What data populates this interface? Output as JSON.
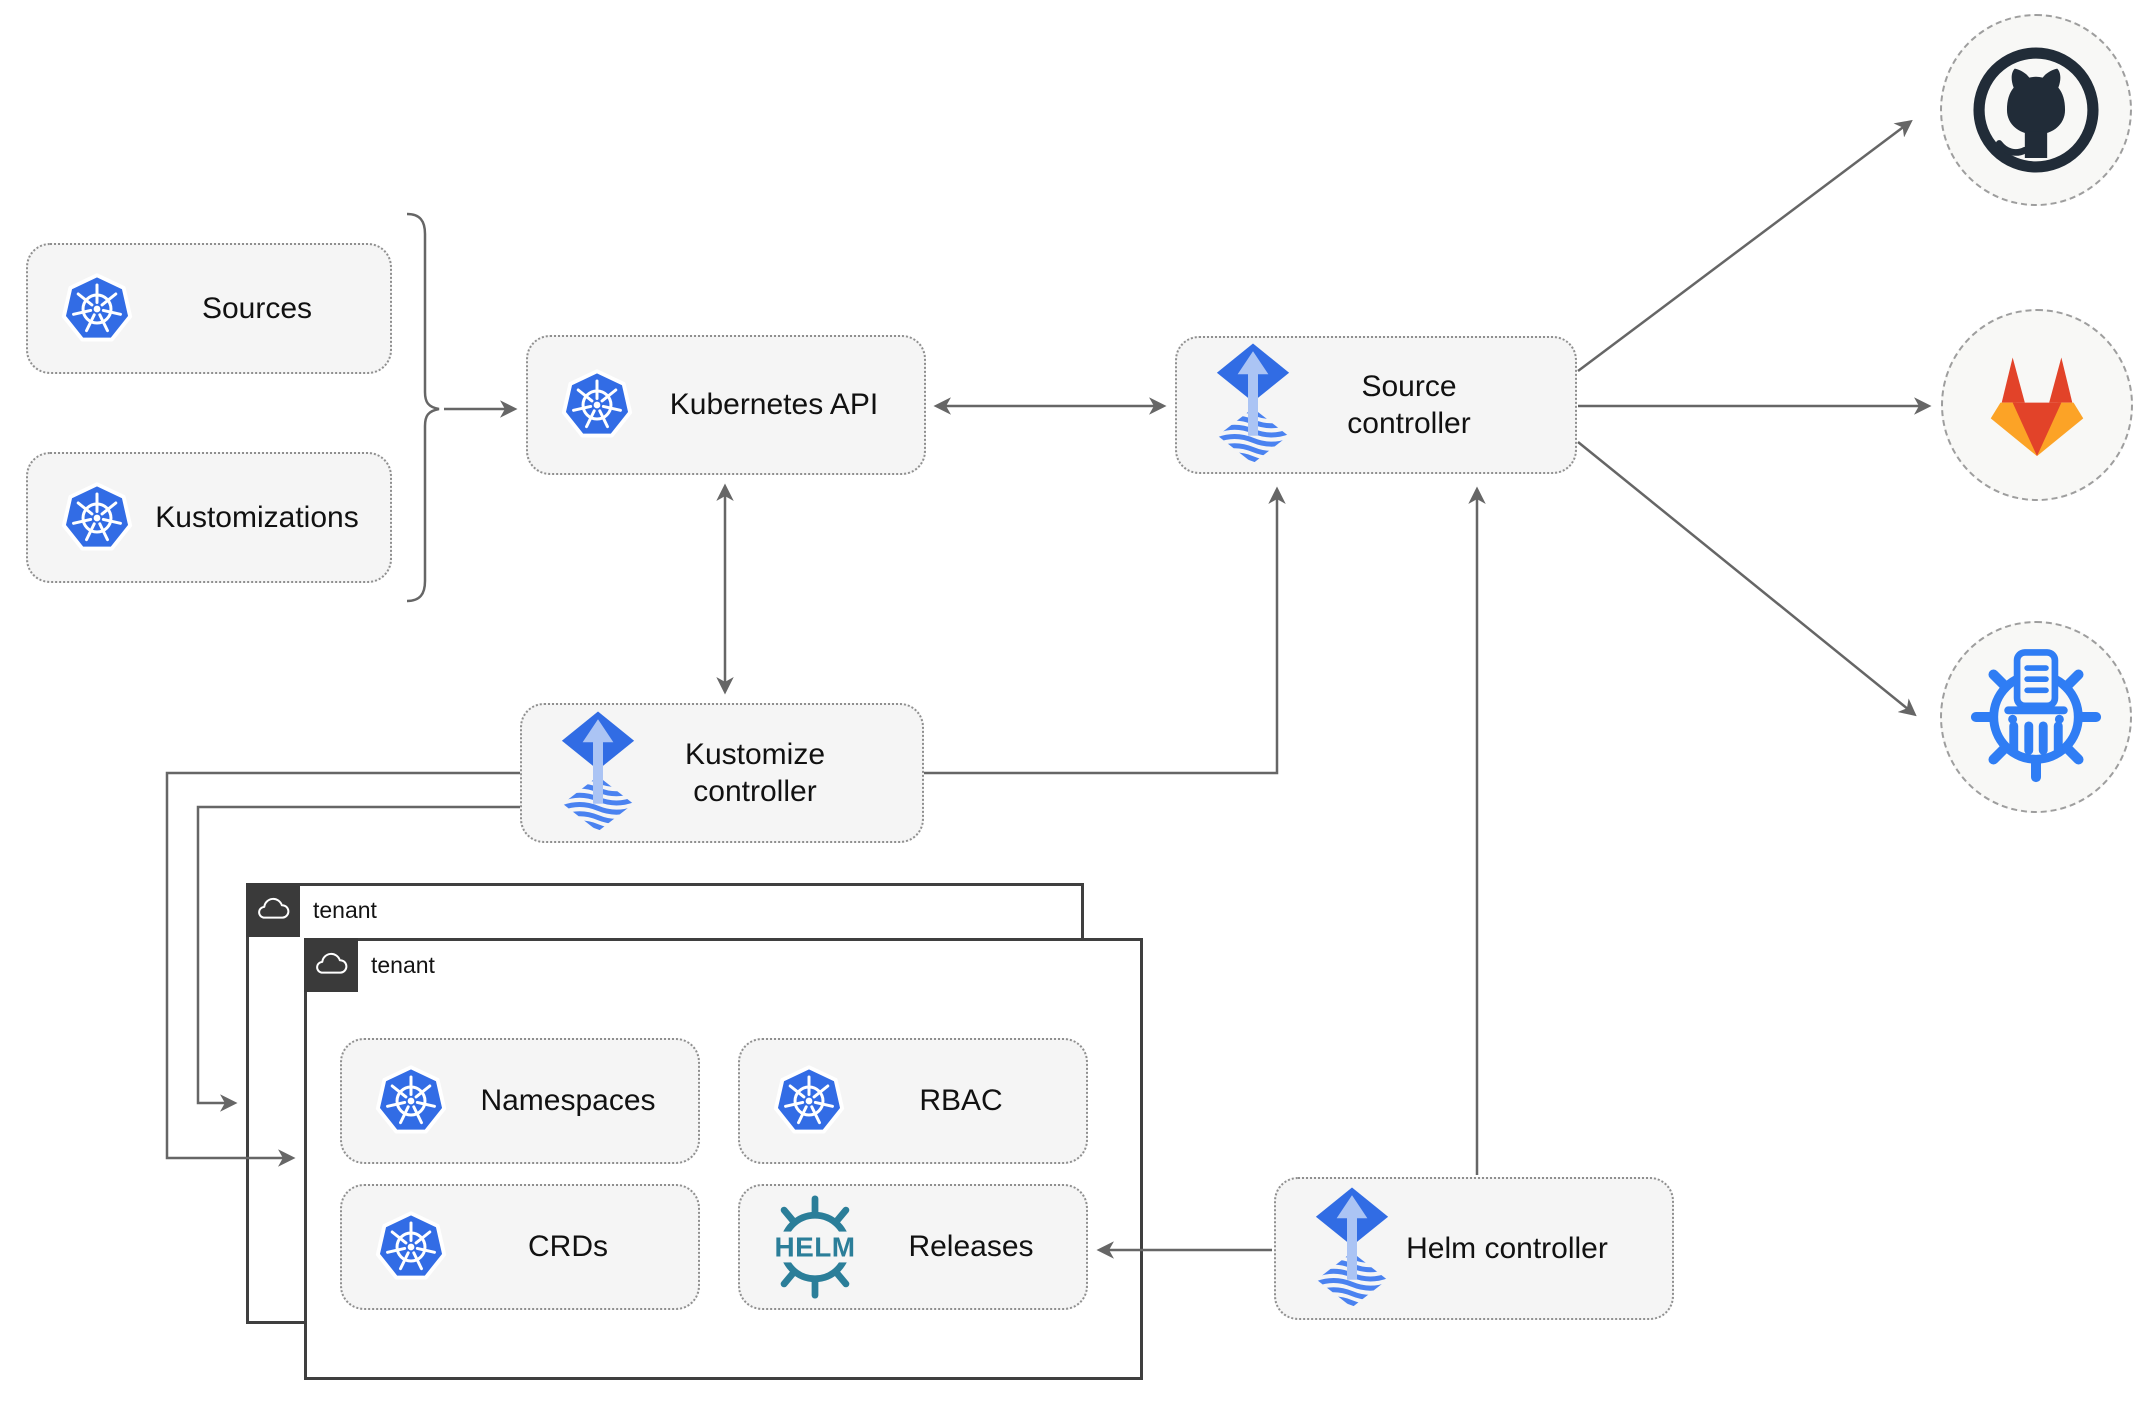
{
  "diagram": {
    "nodes": {
      "sources": {
        "label": "Sources",
        "icon": "kubernetes"
      },
      "kustomizations": {
        "label": "Kustomizations",
        "icon": "kubernetes"
      },
      "kubernetes_api": {
        "label": "Kubernetes API",
        "icon": "kubernetes"
      },
      "source_controller": {
        "label": "Source controller",
        "icon": "flux"
      },
      "kustomize_controller": {
        "label": "Kustomize controller",
        "icon": "flux"
      },
      "helm_controller": {
        "label": "Helm controller",
        "icon": "flux"
      },
      "namespaces": {
        "label": "Namespaces",
        "icon": "kubernetes"
      },
      "rbac": {
        "label": "RBAC",
        "icon": "kubernetes"
      },
      "crds": {
        "label": "CRDs",
        "icon": "kubernetes"
      },
      "releases": {
        "label": "Releases",
        "icon": "helm"
      }
    },
    "tenants": {
      "back": {
        "label": "tenant",
        "icon": "cloud"
      },
      "front": {
        "label": "tenant",
        "icon": "cloud"
      }
    },
    "remote_sources": {
      "github": {
        "icon": "github"
      },
      "gitlab": {
        "icon": "gitlab"
      },
      "helm_repository": {
        "icon": "helm-repository-chartmuseum"
      }
    },
    "helm_logo_text": "HELM",
    "edges": [
      {
        "from": "sources_and_kustomizations",
        "to": "kubernetes_api",
        "arrow": "forward"
      },
      {
        "from": "kubernetes_api",
        "to": "source_controller",
        "arrow": "bidirectional"
      },
      {
        "from": "kubernetes_api",
        "to": "kustomize_controller",
        "arrow": "bidirectional"
      },
      {
        "from": "kustomize_controller",
        "to": "source_controller",
        "arrow": "forward"
      },
      {
        "from": "kustomize_controller",
        "to": "tenant_back",
        "arrow": "forward"
      },
      {
        "from": "kustomize_controller",
        "to": "tenant_front",
        "arrow": "forward"
      },
      {
        "from": "helm_controller",
        "to": "source_controller",
        "arrow": "forward"
      },
      {
        "from": "helm_controller",
        "to": "releases",
        "arrow": "forward"
      },
      {
        "from": "source_controller",
        "to": "github",
        "arrow": "forward"
      },
      {
        "from": "source_controller",
        "to": "gitlab",
        "arrow": "forward"
      },
      {
        "from": "source_controller",
        "to": "helm_repository",
        "arrow": "forward"
      }
    ],
    "colors": {
      "kubernetes_blue": "#326ce5",
      "flux_blue": "#316ce4",
      "flux_light_blue": "#abc4f4",
      "helm_teal": "#2b7e99",
      "github_dark": "#212c38",
      "gitlab_red_orange": "#e24329",
      "gitlab_amber": "#fca326",
      "chartmuseum_blue": "#2f7df4",
      "connector": "#666666",
      "node_fill": "#f5f5f5",
      "node_border": "#8f8f8f",
      "tenant_border": "#3f3f3f",
      "tenant_tab": "#3a3a3a",
      "remote_fill": "#f8f8f6"
    }
  }
}
